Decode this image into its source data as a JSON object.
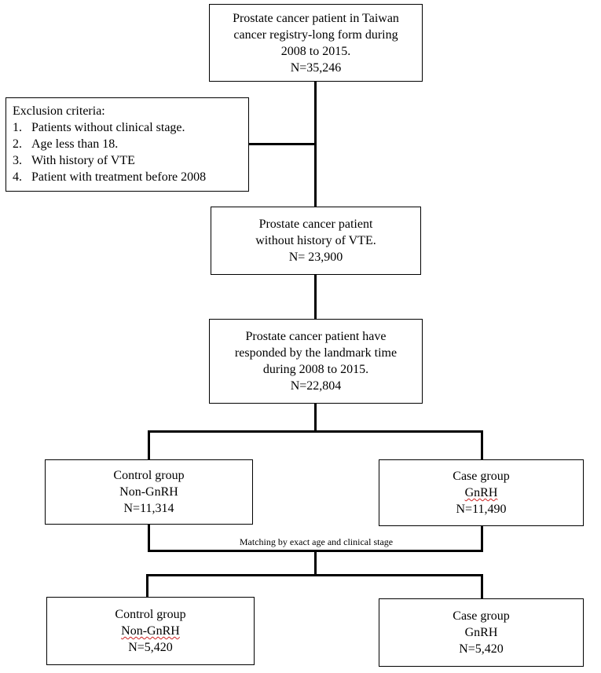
{
  "boxes": {
    "initial": {
      "line1": "Prostate cancer patient in Taiwan",
      "line2": "cancer registry-long form during",
      "line3": "2008 to 2015.",
      "line4": "N=35,246"
    },
    "exclusion": {
      "heading": "Exclusion criteria:",
      "criteria": [
        {
          "num": "1.",
          "text": "Patients without clinical stage."
        },
        {
          "num": "2.",
          "text": "Age less than 18."
        },
        {
          "num": "3.",
          "text": "With history of VTE"
        },
        {
          "num": "4.",
          "text": "Patient with treatment before 2008"
        }
      ]
    },
    "no_vte": {
      "line1": "Prostate cancer patient",
      "line2": "without history of VTE.",
      "line3": "N= 23,900"
    },
    "landmark": {
      "line1": "Prostate cancer patient have",
      "line2": "responded by the landmark time",
      "line3": "during 2008 to 2015.",
      "line4": "N=22,804"
    },
    "control_before": {
      "line1": "Control group",
      "line2": "Non-GnRH",
      "line3": "N=11,314"
    },
    "case_before": {
      "line1": "Case group",
      "line2": "GnRH",
      "line3": "N=11,490"
    },
    "control_after": {
      "line1": "Control group",
      "line2": "Non-GnRH",
      "line3": "N=5,420"
    },
    "case_after": {
      "line1": "Case group",
      "line2": "GnRH",
      "line3": "N=5,420"
    }
  },
  "matching_label": "Matching by exact age and clinical stage"
}
